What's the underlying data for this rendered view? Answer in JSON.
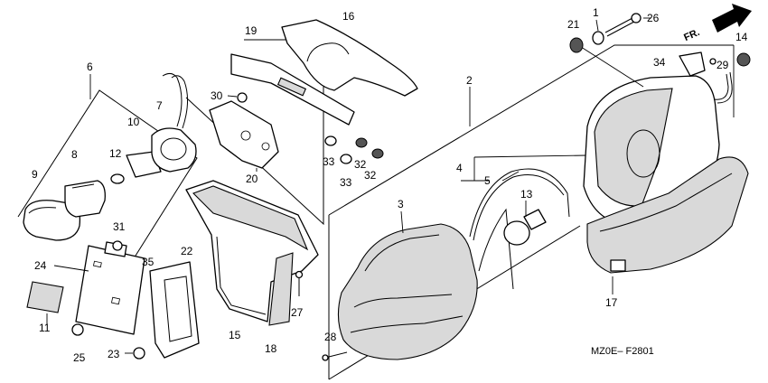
{
  "callouts": {
    "c1": "1",
    "c2": "2",
    "c3": "3",
    "c4": "4",
    "c5": "5",
    "c6": "6",
    "c7": "7",
    "c8": "8",
    "c9": "9",
    "c10": "10",
    "c11": "11",
    "c12": "12",
    "c13": "13",
    "c14": "14",
    "c15": "15",
    "c16": "16",
    "c17": "17",
    "c18": "18",
    "c19": "19",
    "c20": "20",
    "c21": "21",
    "c22": "22",
    "c23": "23",
    "c24": "24",
    "c25": "25",
    "c26": "26",
    "c27": "27",
    "c28": "28",
    "c29": "29",
    "c30": "30",
    "c31": "31",
    "c32a": "32",
    "c32b": "32",
    "c33a": "33",
    "c33b": "33",
    "c34": "34",
    "c35": "35"
  },
  "direction_label": "FR.",
  "diagram_code": "MZ0E– F2801"
}
